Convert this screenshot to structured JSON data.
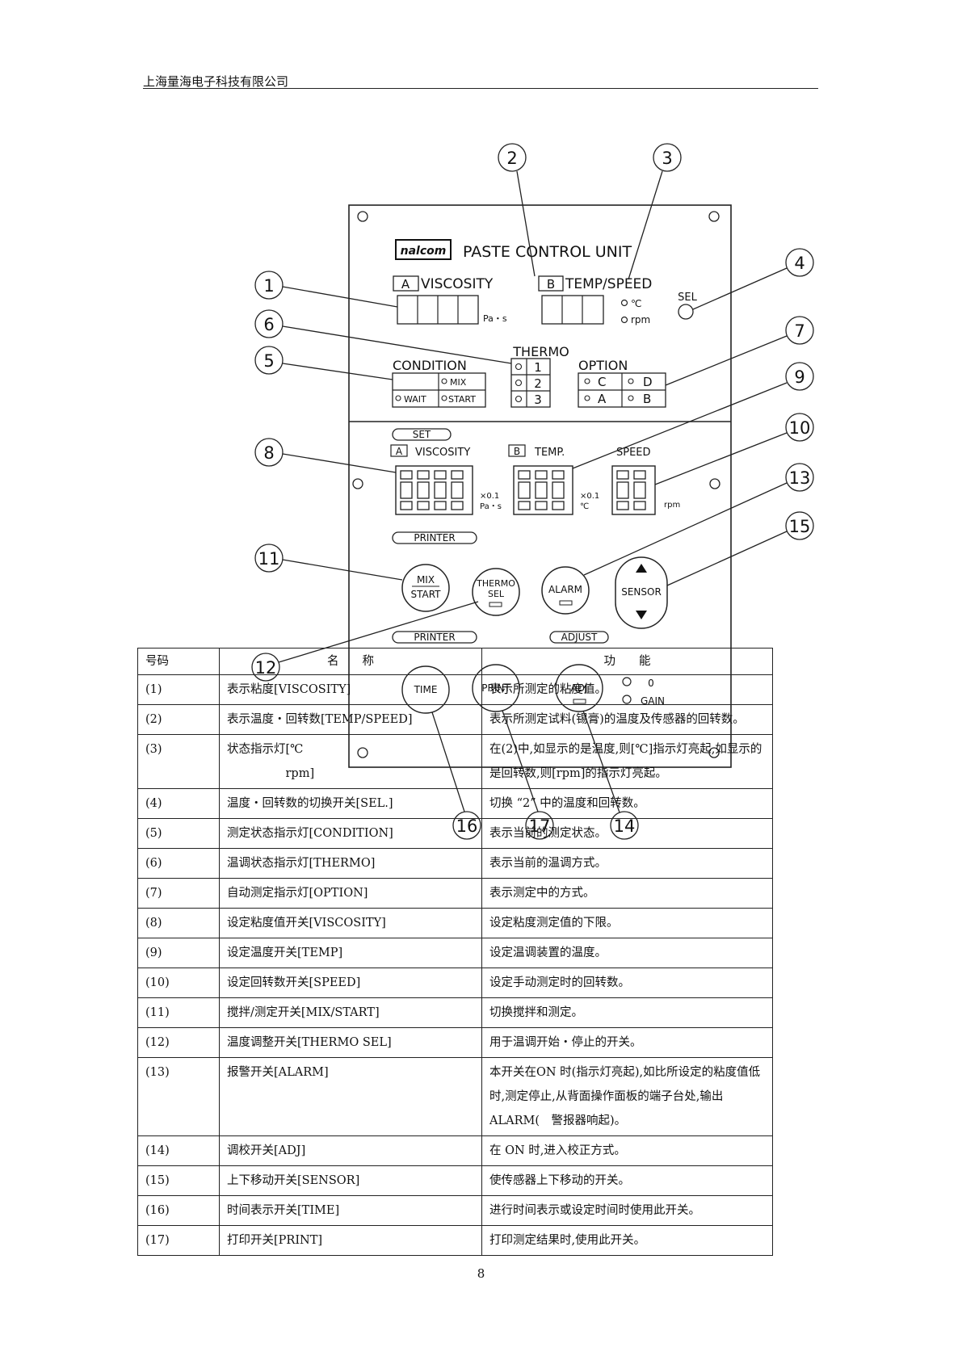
{
  "header": {
    "company": "上海量海电子科技有限公司"
  },
  "panel": {
    "title": "PASTE CONTROL UNIT",
    "logo": "nalcom",
    "a_tag": "A",
    "b_tag": "B",
    "viscosity_label": "VISCOSITY",
    "temp_speed_label": "TEMP/SPEED",
    "unit_pas": "Pa・s",
    "unit_c": "℃",
    "unit_rpm": "rpm",
    "sel_label": "SEL",
    "thermo_label": "THERMO",
    "thermo_rows": [
      "1",
      "2",
      "3"
    ],
    "condition_label": "CONDITION",
    "cond_mix": "MIX",
    "cond_wait": "WAIT",
    "cond_start": "START",
    "option_label": "OPTION",
    "opt_c": "C",
    "opt_d": "D",
    "opt_a": "A",
    "opt_b": "B",
    "set_label": "SET",
    "set_viscosity": "VISCOSITY",
    "set_temp": "TEMP.",
    "set_speed": "SPEED",
    "x01": "×0.1",
    "printer_label": "PRINTER",
    "adjust_label": "ADJUST",
    "mix": "MIX",
    "start": "START",
    "thermo_btn": "THERMO",
    "sel_btn": "SEL",
    "alarm": "ALARM",
    "sensor": "SENSOR",
    "time": "TIME",
    "print": "PRINT",
    "adj": "ADJ",
    "zero": "0",
    "gain": "GAIN",
    "callouts": [
      "1",
      "2",
      "3",
      "4",
      "5",
      "6",
      "7",
      "8",
      "9",
      "10",
      "11",
      "12",
      "13",
      "14",
      "15",
      "16",
      "17"
    ]
  },
  "table": {
    "headers": [
      "号码",
      "名　　称",
      "功　　能"
    ],
    "rows": [
      {
        "no": "(1)",
        "name": "表示粘度[VISCOSITY]",
        "func": "表示所测定的粘度值。"
      },
      {
        "no": "(2)",
        "name": "表示温度・回转数[TEMP/SPEED]",
        "func": "表示所测定试料(锡膏)的温度及传感器的回转数。"
      },
      {
        "no": "(3)",
        "name": "状态指示灯[℃\n　　　　　rpm]",
        "func": "在(2)中,如显示的是温度,则[℃]指示灯亮起,如显示的是回转数,则[rpm]的指示灯亮起。"
      },
      {
        "no": "(4)",
        "name": "温度・回转数的切换开关[SEL.]",
        "func": "切换 “2” 中的温度和回转数。"
      },
      {
        "no": "(5)",
        "name": "测定状态指示灯[CONDITION]",
        "func": "表示当前的测定状态。"
      },
      {
        "no": "(6)",
        "name": "温调状态指示灯[THERMO]",
        "func": "表示当前的温调方式。"
      },
      {
        "no": "(7)",
        "name": "自动测定指示灯[OPTION]",
        "func": "表示测定中的方式。"
      },
      {
        "no": "(8)",
        "name": "设定粘度值开关[VISCOSITY]",
        "func": "设定粘度测定值的下限。"
      },
      {
        "no": "(9)",
        "name": "设定温度开关[TEMP]",
        "func": "设定温调装置的温度。"
      },
      {
        "no": "(10)",
        "name": "设定回转数开关[SPEED]",
        "func": "设定手动测定时的回转数。"
      },
      {
        "no": "(11)",
        "name": "搅拌/测定开关[MIX/START]",
        "func": "切换搅拌和测定。"
      },
      {
        "no": "(12)",
        "name": "温度调整开关[THERMO SEL]",
        "func": "用于温调开始・停止的开关。"
      },
      {
        "no": "(13)",
        "name": "报警开关[ALARM]",
        "func": "本开关在ON 时(指示灯亮起),如比所设定的粘度值低时,测定停止,从背面操作面板的端子台处,输出ALARM(　警报器响起)。"
      },
      {
        "no": "(14)",
        "name": "调校开关[ADJ]",
        "func": "在 ON 时,进入校正方式。"
      },
      {
        "no": "(15)",
        "name": "上下移动开关[SENSOR]",
        "func": "使传感器上下移动的开关。"
      },
      {
        "no": "(16)",
        "name": "时间表示开关[TIME]",
        "func": "进行时间表示或设定时间时使用此开关。"
      },
      {
        "no": "(17)",
        "name": "打印开关[PRINT]",
        "func": "打印测定结果时,使用此开关。"
      }
    ]
  },
  "footer": {
    "page": "8"
  }
}
